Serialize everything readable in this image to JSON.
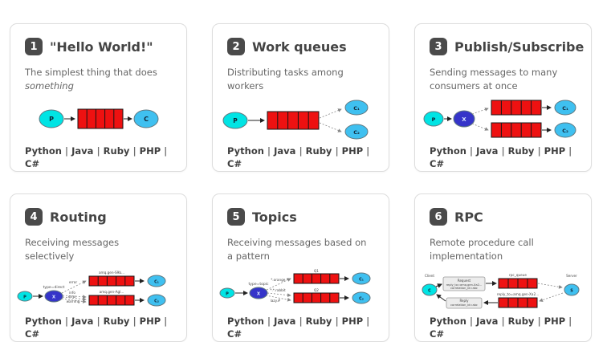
{
  "ui": {
    "separator": " | "
  },
  "colors": {
    "producer": "#00e4e4",
    "consumer": "#3fc0f0",
    "exchange": "#3534c9",
    "queue": "#ee1111",
    "badge": "#4a4a4a"
  },
  "cards": [
    {
      "number": "1",
      "title": "\"Hello World!\"",
      "desc": "The simplest thing that does",
      "desc_em": "something",
      "languages": [
        "Python",
        "Java",
        "Ruby",
        "PHP",
        "C#"
      ],
      "diagram": {
        "producer": "P",
        "consumer": "C"
      }
    },
    {
      "number": "2",
      "title": "Work queues",
      "desc": "Distributing tasks among workers",
      "desc_em": "",
      "languages": [
        "Python",
        "Java",
        "Ruby",
        "PHP",
        "C#"
      ],
      "diagram": {
        "producer": "P",
        "consumers": [
          "C₁",
          "C₂"
        ]
      }
    },
    {
      "number": "3",
      "title": "Publish/Subscribe",
      "desc": "Sending messages to many consumers at once",
      "desc_em": "",
      "languages": [
        "Python",
        "Java",
        "Ruby",
        "PHP",
        "C#"
      ],
      "diagram": {
        "producer": "P",
        "exchange": "X",
        "consumers": [
          "C₁",
          "C₂"
        ]
      }
    },
    {
      "number": "4",
      "title": "Routing",
      "desc": "Receiving messages selectively",
      "desc_em": "",
      "languages": [
        "Python",
        "Java",
        "Ruby",
        "PHP",
        "C#"
      ],
      "diagram": {
        "producer": "P",
        "exchange": "X",
        "exchange_type": "type=direct",
        "bindings": [
          "error",
          "info",
          "error",
          "warning"
        ],
        "queues": [
          "amq.gen-S9b...",
          "amq.gen-AgI..."
        ],
        "consumers": [
          "C₁",
          "C₂"
        ]
      }
    },
    {
      "number": "5",
      "title": "Topics",
      "desc": "Receiving messages based on a pattern",
      "desc_em": "",
      "languages": [
        "Python",
        "Java",
        "Ruby",
        "PHP",
        "C#"
      ],
      "diagram": {
        "producer": "P",
        "exchange": "X",
        "exchange_type": "type=topic",
        "bindings": [
          "*.orange.*",
          "*.*.rabbit",
          "lazy.#"
        ],
        "queues": [
          "Q1",
          "Q2"
        ],
        "consumers": [
          "C₁",
          "C₂"
        ]
      }
    },
    {
      "number": "6",
      "title": "RPC",
      "desc": "Remote procedure call implementation",
      "desc_em": "",
      "languages": [
        "Python",
        "Java",
        "Ruby",
        "PHP",
        "C#"
      ],
      "diagram": {
        "client_label": "Client",
        "client": "C",
        "server_label": "Server",
        "server": "S",
        "request_lines": [
          "Request",
          "reply_to=amq.gen-Xa2...",
          "correlation_id=abc"
        ],
        "reply_lines": [
          "Reply",
          "correlation_id=abc"
        ],
        "queues": [
          "rpc_queue",
          "reply_to=amq.gen-Xa2..."
        ]
      }
    }
  ]
}
